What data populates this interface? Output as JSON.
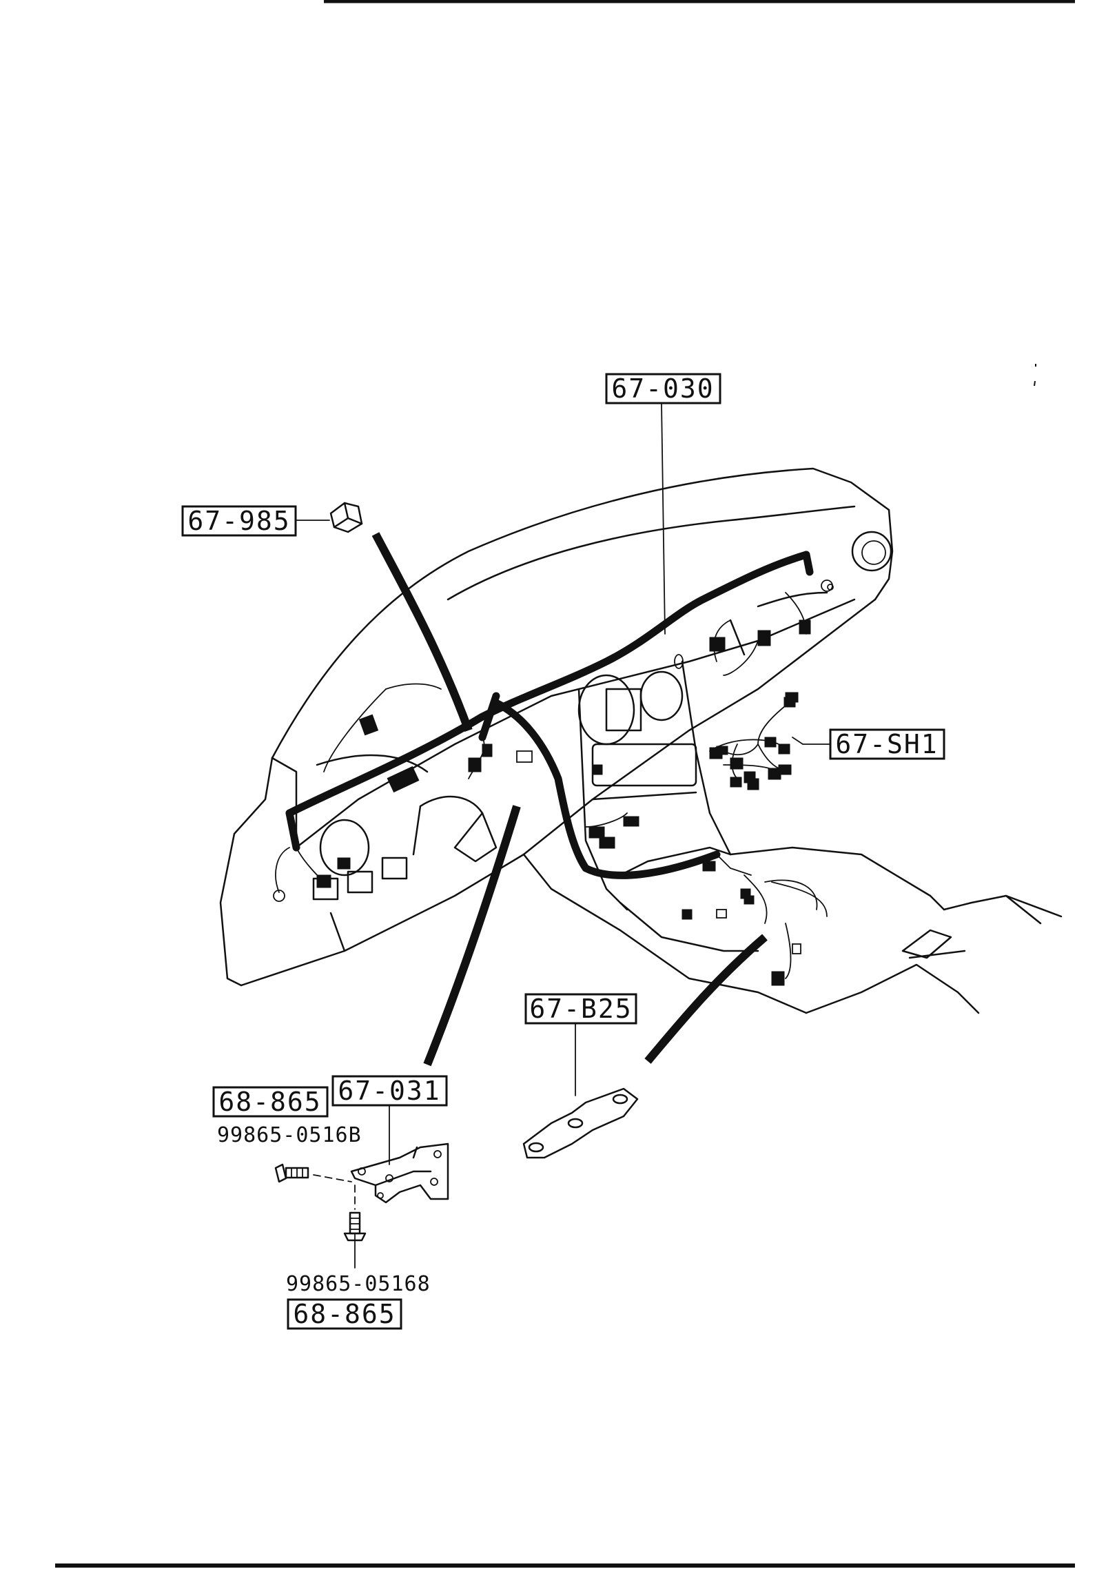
{
  "callouts": {
    "c_67_030": "67-030",
    "c_67_985": "67-985",
    "c_67_sh1": "67-SH1",
    "c_67_b25": "67-B25",
    "c_67_031": "67-031",
    "c_68_865_a": "68-865",
    "c_68_865_b": "68-865"
  },
  "part_numbers": {
    "bolt_upper": "99865-0516B",
    "bolt_lower": "99865-05168"
  },
  "icons": [
    "harness-clip-icon",
    "bracket-icon",
    "bolt-icon"
  ]
}
